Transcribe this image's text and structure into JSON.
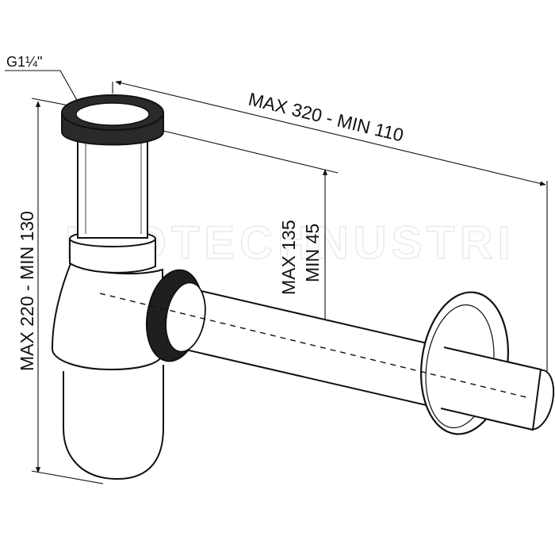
{
  "diagram": {
    "thread_label": "G1¼\"",
    "overall_length_label": "MAX 320 - MIN 110",
    "outlet_height_label_max": "MAX 135",
    "outlet_height_label_min": "MIN 45",
    "total_height_label": "MAX 220 - MIN 130",
    "watermark_text": "LEDTECHNUSTRI"
  },
  "colors": {
    "line": "#111111",
    "gasket": "#1a1a1a",
    "background": "#ffffff"
  }
}
